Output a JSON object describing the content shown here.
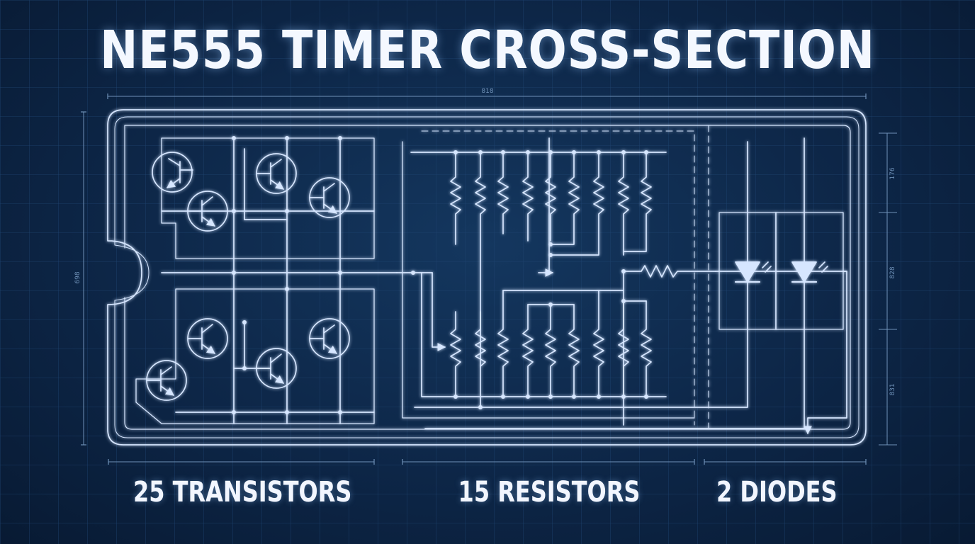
{
  "title": "NE555 TIMER CROSS-SECTION",
  "sections": {
    "transistors": "25 TRANSISTORS",
    "resistors": "15 RESISTORS",
    "diodes": "2 DIODES"
  },
  "dimensions": {
    "top": "818",
    "left": "698",
    "right_1": "176",
    "right_2": "828",
    "right_3": "831"
  },
  "colors": {
    "background": "#0d2647",
    "line": "#d6e6ff",
    "grid": "#1e4370"
  }
}
